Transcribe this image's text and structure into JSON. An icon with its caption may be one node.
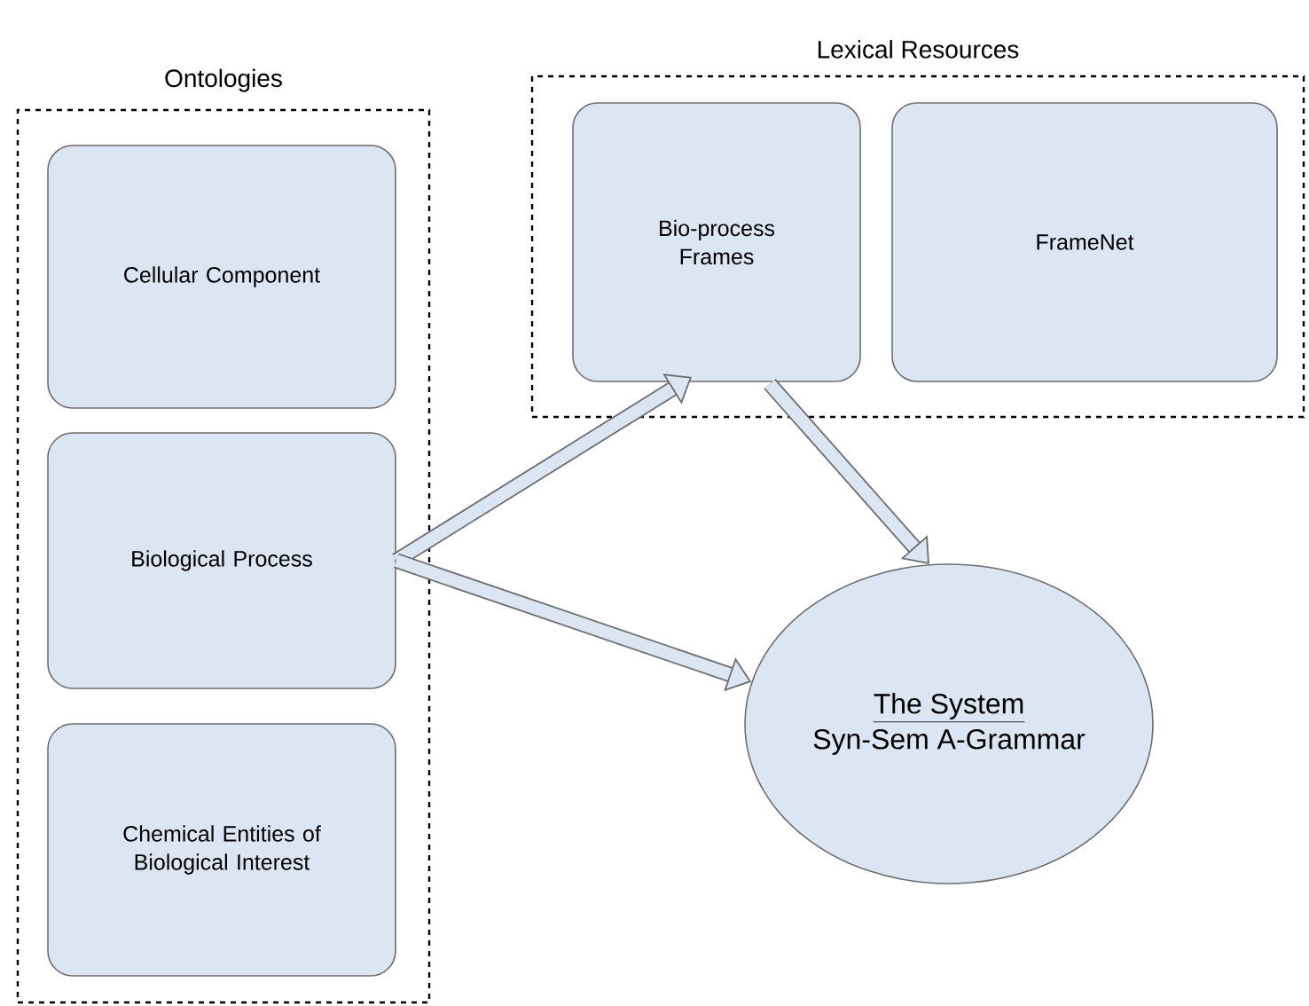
{
  "diagram": {
    "nodes": [
      {
        "text": [
          "Ontologies"
        ]
      },
      {
        "text": [
          "Cellular Component"
        ],
        "in": 0
      },
      {
        "text": [
          "Biological Process"
        ],
        "in": 0
      },
      {
        "text": [
          "Chemical Entities of Biological Interest"
        ],
        "in": 0
      },
      {
        "text": [
          "Lexical Resources"
        ]
      },
      {
        "text": [
          "Bio-process Frames"
        ],
        "in": 4
      },
      {
        "text": [
          "FrameNet"
        ],
        "in": 4
      },
      {
        "text": [
          "The System",
          "Syn-Sem A-Grammar"
        ]
      }
    ],
    "edges": [
      {
        "from": 2,
        "to": 5,
        "arrow": "to"
      },
      {
        "from": 2,
        "to": 7,
        "arrow": "to"
      },
      {
        "from": 5,
        "to": 7,
        "arrow": "to"
      }
    ]
  }
}
